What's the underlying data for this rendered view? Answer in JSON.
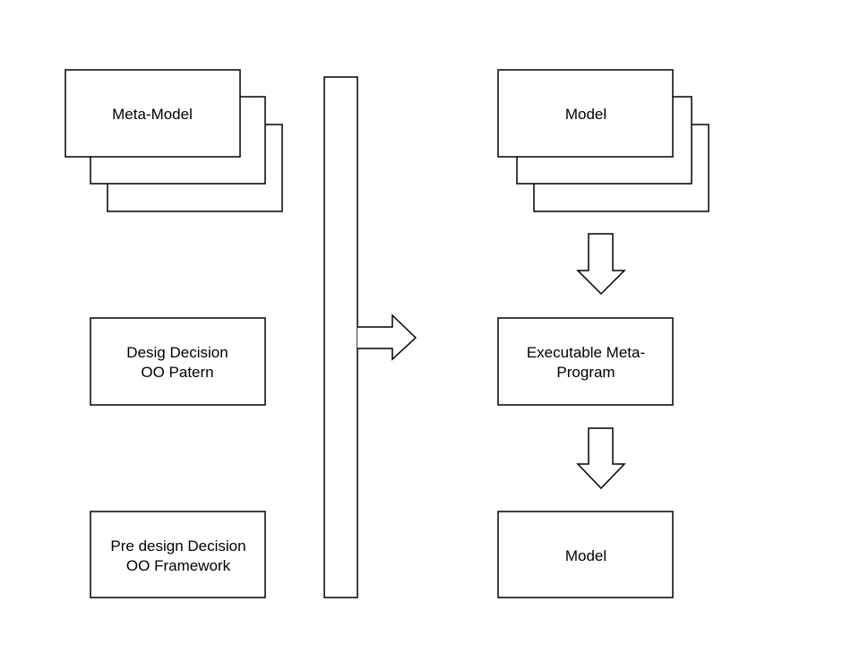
{
  "left": {
    "meta_model": "Meta-Model",
    "design_decision": {
      "line1": "Desig Decision",
      "line2": "OO Patern"
    },
    "predesign_decision": {
      "line1": "Pre design Decision",
      "line2": "OO Framework"
    }
  },
  "right": {
    "model_top": "Model",
    "executable": {
      "line1": "Executable Meta-",
      "line2": "Program"
    },
    "model_bottom": "Model"
  }
}
